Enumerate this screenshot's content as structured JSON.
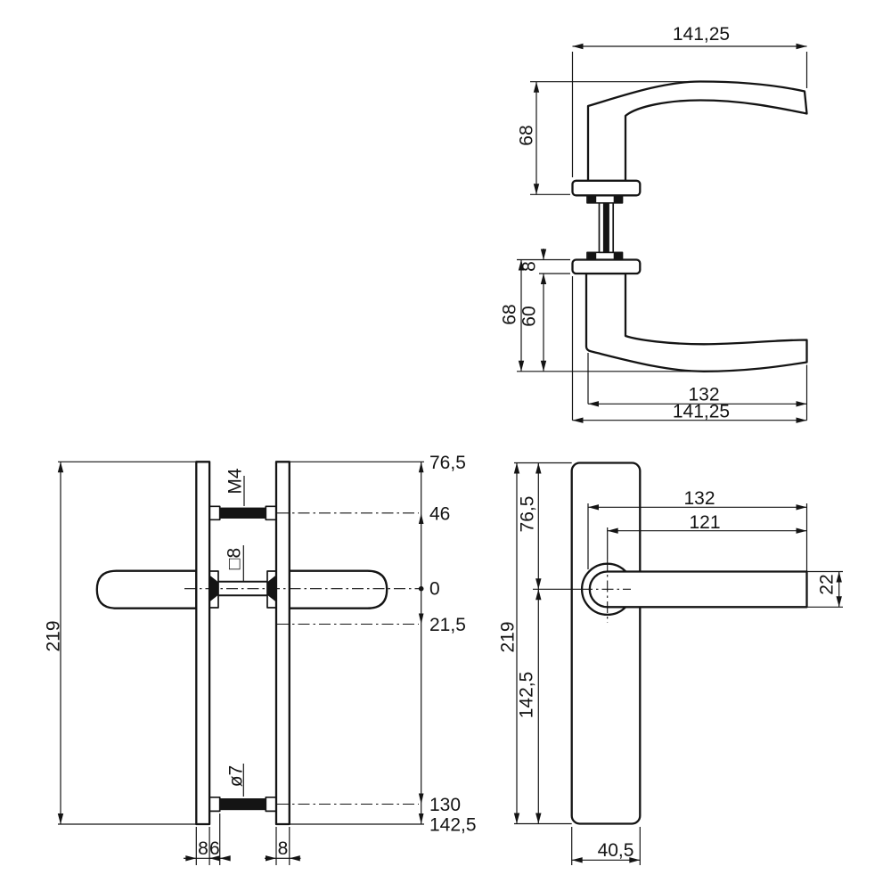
{
  "handle_profile": {
    "overall_width_top": "141,25",
    "handle_height_upper": "68",
    "rosette_thickness": "8",
    "handle_height_total": "68",
    "handle_height_below_rosette": "60",
    "grip_length": "132",
    "overall_width_bottom": "141,25"
  },
  "plate_profile": {
    "overall_height": "219",
    "top_bolt": "M4",
    "spindle": "□8",
    "bottom_bolt": "ø7",
    "ord_plate_top": "76,5",
    "ord_top_bolt": "46",
    "ord_datum": "0",
    "ord_handle_bolt": "21,5",
    "ord_bottom_bolt": "130",
    "ord_plate_bottom": "142,5",
    "plate_thickness_front": "8",
    "nut_width": "6",
    "plate_thickness_back": "8"
  },
  "plate_front": {
    "overall_height": "219",
    "height_above_center": "76,5",
    "height_below_center": "142,5",
    "handle_length": "132",
    "grip_length": "121",
    "handle_diameter": "22",
    "plate_width": "40,5"
  }
}
